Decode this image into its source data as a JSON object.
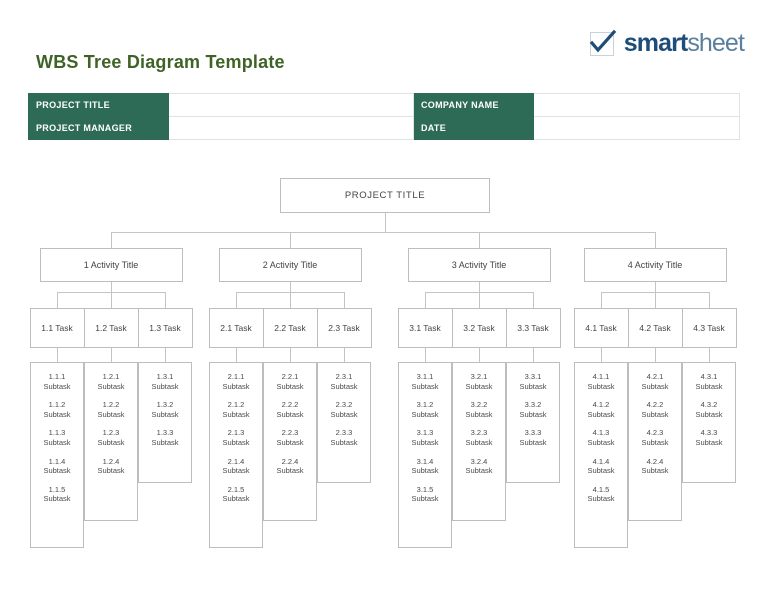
{
  "header": {
    "title": "WBS Tree Diagram Template",
    "title_color": "#3f6327",
    "logo": {
      "mark": "checkmark-icon",
      "text_bold": "smart",
      "text_light": "sheet",
      "color_bold": "#1d4d78",
      "color_light": "#5b7f9e"
    }
  },
  "info_table": {
    "accent_color": "#2e6b56",
    "rows": [
      {
        "label_left": "PROJECT TITLE",
        "value_left": "",
        "label_right": "COMPANY NAME",
        "value_right": ""
      },
      {
        "label_left": "PROJECT MANAGER",
        "value_left": "",
        "label_right": "DATE",
        "value_right": ""
      }
    ]
  },
  "diagram": {
    "root": "PROJECT TITLE",
    "activities": [
      {
        "label": "1 Activity Title",
        "tasks": [
          {
            "label": "1.1 Task",
            "subtasks": [
              "1.1.1\nSubtask",
              "1.1.2\nSubtask",
              "1.1.3\nSubtask",
              "1.1.4\nSubtask",
              "1.1.5\nSubtask"
            ]
          },
          {
            "label": "1.2 Task",
            "subtasks": [
              "1.2.1\nSubtask",
              "1.2.2\nSubtask",
              "1.2.3\nSubtask",
              "1.2.4\nSubtask"
            ]
          },
          {
            "label": "1.3 Task",
            "subtasks": [
              "1.3.1\nSubtask",
              "1.3.2\nSubtask",
              "1.3.3\nSubtask"
            ]
          }
        ]
      },
      {
        "label": "2 Activity Title",
        "tasks": [
          {
            "label": "2.1 Task",
            "subtasks": [
              "2.1.1\nSubtask",
              "2.1.2\nSubtask",
              "2.1.3\nSubtask",
              "2.1.4\nSubtask",
              "2.1.5\nSubtask"
            ]
          },
          {
            "label": "2.2 Task",
            "subtasks": [
              "2.2.1\nSubtask",
              "2.2.2\nSubtask",
              "2.2.3\nSubtask",
              "2.2.4\nSubtask"
            ]
          },
          {
            "label": "2.3 Task",
            "subtasks": [
              "2.3.1\nSubtask",
              "2.3.2\nSubtask",
              "2.3.3\nSubtask"
            ]
          }
        ]
      },
      {
        "label": "3 Activity Title",
        "tasks": [
          {
            "label": "3.1 Task",
            "subtasks": [
              "3.1.1\nSubtask",
              "3.1.2\nSubtask",
              "3.1.3\nSubtask",
              "3.1.4\nSubtask",
              "3.1.5\nSubtask"
            ]
          },
          {
            "label": "3.2 Task",
            "subtasks": [
              "3.2.1\nSubtask",
              "3.2.2\nSubtask",
              "3.2.3\nSubtask",
              "3.2.4\nSubtask"
            ]
          },
          {
            "label": "3.3 Task",
            "subtasks": [
              "3.3.1\nSubtask",
              "3.3.2\nSubtask",
              "3.3.3\nSubtask"
            ]
          }
        ]
      },
      {
        "label": "4 Activity Title",
        "tasks": [
          {
            "label": "4.1 Task",
            "subtasks": [
              "4.1.1\nSubtask",
              "4.1.2\nSubtask",
              "4.1.3\nSubtask",
              "4.1.4\nSubtask",
              "4.1.5\nSubtask"
            ]
          },
          {
            "label": "4.2 Task",
            "subtasks": [
              "4.2.1\nSubtask",
              "4.2.2\nSubtask",
              "4.2.3\nSubtask",
              "4.2.4\nSubtask"
            ]
          },
          {
            "label": "4.3 Task",
            "subtasks": [
              "4.3.1\nSubtask",
              "4.3.2\nSubtask",
              "4.3.3\nSubtask"
            ]
          }
        ]
      }
    ]
  }
}
